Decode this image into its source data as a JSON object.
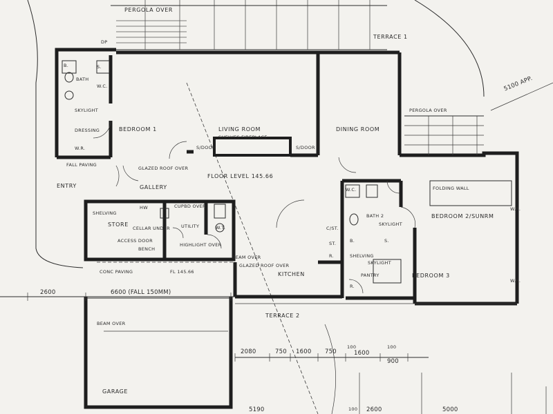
{
  "labels": {
    "pergola_over_1": "PERGOLA OVER",
    "terrace_1": "TERRACE 1",
    "dp": "DP",
    "bath": "BATH",
    "b": "B.",
    "s": "S.",
    "wc": "W.C.",
    "skylight": "SKYLIGHT",
    "dressing": "DRESSING",
    "bedroom_1": "BEDROOM 1",
    "wr": "W.R.",
    "living_room": "LIVING ROOM",
    "shelves_fireplace": "SHELVES FIREPLACE",
    "s_door_1": "S/DOOR",
    "s_door_2": "S/DOOR",
    "dining_room": "DINING ROOM",
    "pergola_over_2": "PERGOLA OVER",
    "dim_5100": "5100 APP.",
    "fall_paving": "FALL PAVING",
    "glazed_roof_over_1": "GLAZED ROOF OVER",
    "floor_level": "FLOOR LEVEL 145.66",
    "entry": "ENTRY",
    "gallery": "GALLERY",
    "hw": "HW",
    "shelving_1": "SHELVING",
    "store": "STORE",
    "cellar_under": "CELLAR UNDER",
    "bench_1": "BENCH",
    "access_door": "ACCESS DOOR",
    "cupbd_over": "CUPBD OVER",
    "utility": "UTILITY",
    "wt": "W.T.",
    "highlight_over": "HIGHLIGHT OVER",
    "wc_2": "W.C.",
    "folding_wall": "FOLDING WALL",
    "bath_2": "BATH 2",
    "skylight_2": "SKYLIGHT",
    "bedroom_2": "BEDROOM 2/SUNRM",
    "c_st": "C/ST.",
    "st": "ST.",
    "b_2": "B.",
    "s_2": "S.",
    "r_1": "R.",
    "shelving_2": "SHELVING",
    "skylight_3": "SKYLIGHT",
    "beam_over_1": "BEAM OVER",
    "glazed_roof_over_2": "GLAZED ROOF OVER",
    "kitchen": "KITCHEN",
    "pantry": "PANTRY",
    "bedroom_3": "BEDROOM 3",
    "r_2": "R.",
    "conc_paving": "CONC PAVING",
    "fl": "FL 145.66",
    "terrace_2": "TERRACE 2",
    "beam_over_2": "BEAM OVER",
    "garage": "GARAGE",
    "wr_2": "W.R.",
    "wr_3": "W.R."
  },
  "dimensions": {
    "d2600": "2600",
    "d6600": "6600 (FALL 150mm)",
    "d2080": "2080",
    "d750a": "750",
    "d1600a": "1600",
    "d750b": "750",
    "d100a": "100",
    "d1600b": "1600",
    "d100b": "100",
    "d900": "900",
    "d5190": "5190",
    "d100c": "100",
    "d2600b": "2600",
    "d5000": "5000"
  },
  "colors": {
    "ink": "#1e1e1e",
    "paper": "#f3f2ee"
  }
}
